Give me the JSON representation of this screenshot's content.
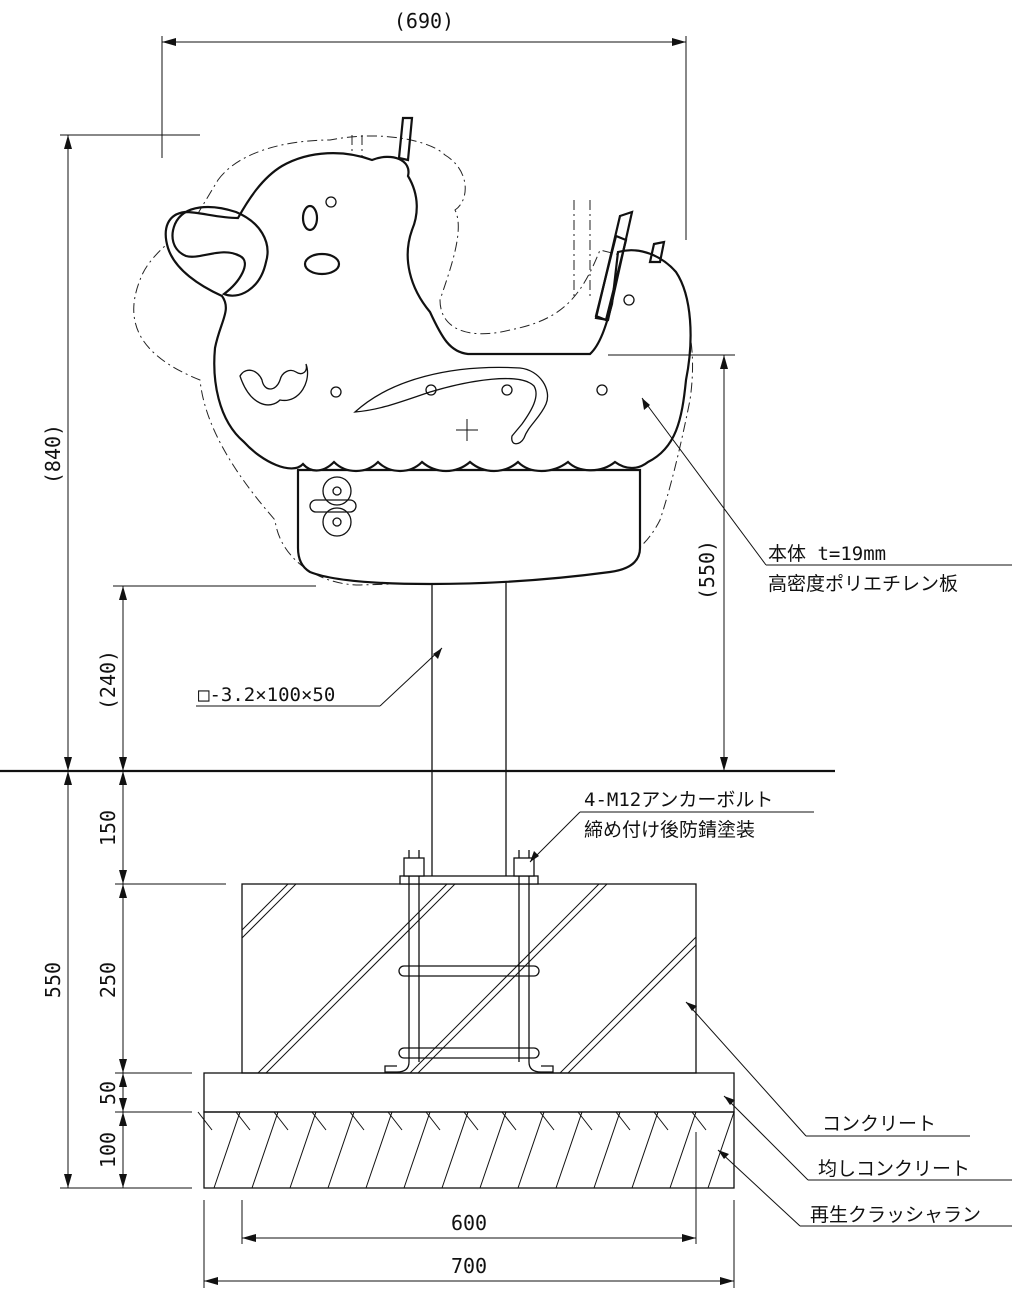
{
  "dimensions": {
    "overall_width": "(690)",
    "overall_height": "(840)",
    "seat_height": "(550)",
    "pipe_clearance": "(240)",
    "embed_depth": "150",
    "foundation_total": "550",
    "concrete_height": "250",
    "levelling_height": "50",
    "crushed_stone_height": "100",
    "concrete_width": "600",
    "base_width": "700"
  },
  "callouts": {
    "body_line1": "本体 t=19mm",
    "body_line2": "高密度ポリエチレン板",
    "post": "□-3.2×100×50",
    "anchor_line1": "4-M12アンカーボルト",
    "anchor_line2": "締め付け後防錆塗装",
    "concrete": "コンクリート",
    "levelling": "均しコンクリート",
    "crushed_stone": "再生クラッシャラン"
  }
}
